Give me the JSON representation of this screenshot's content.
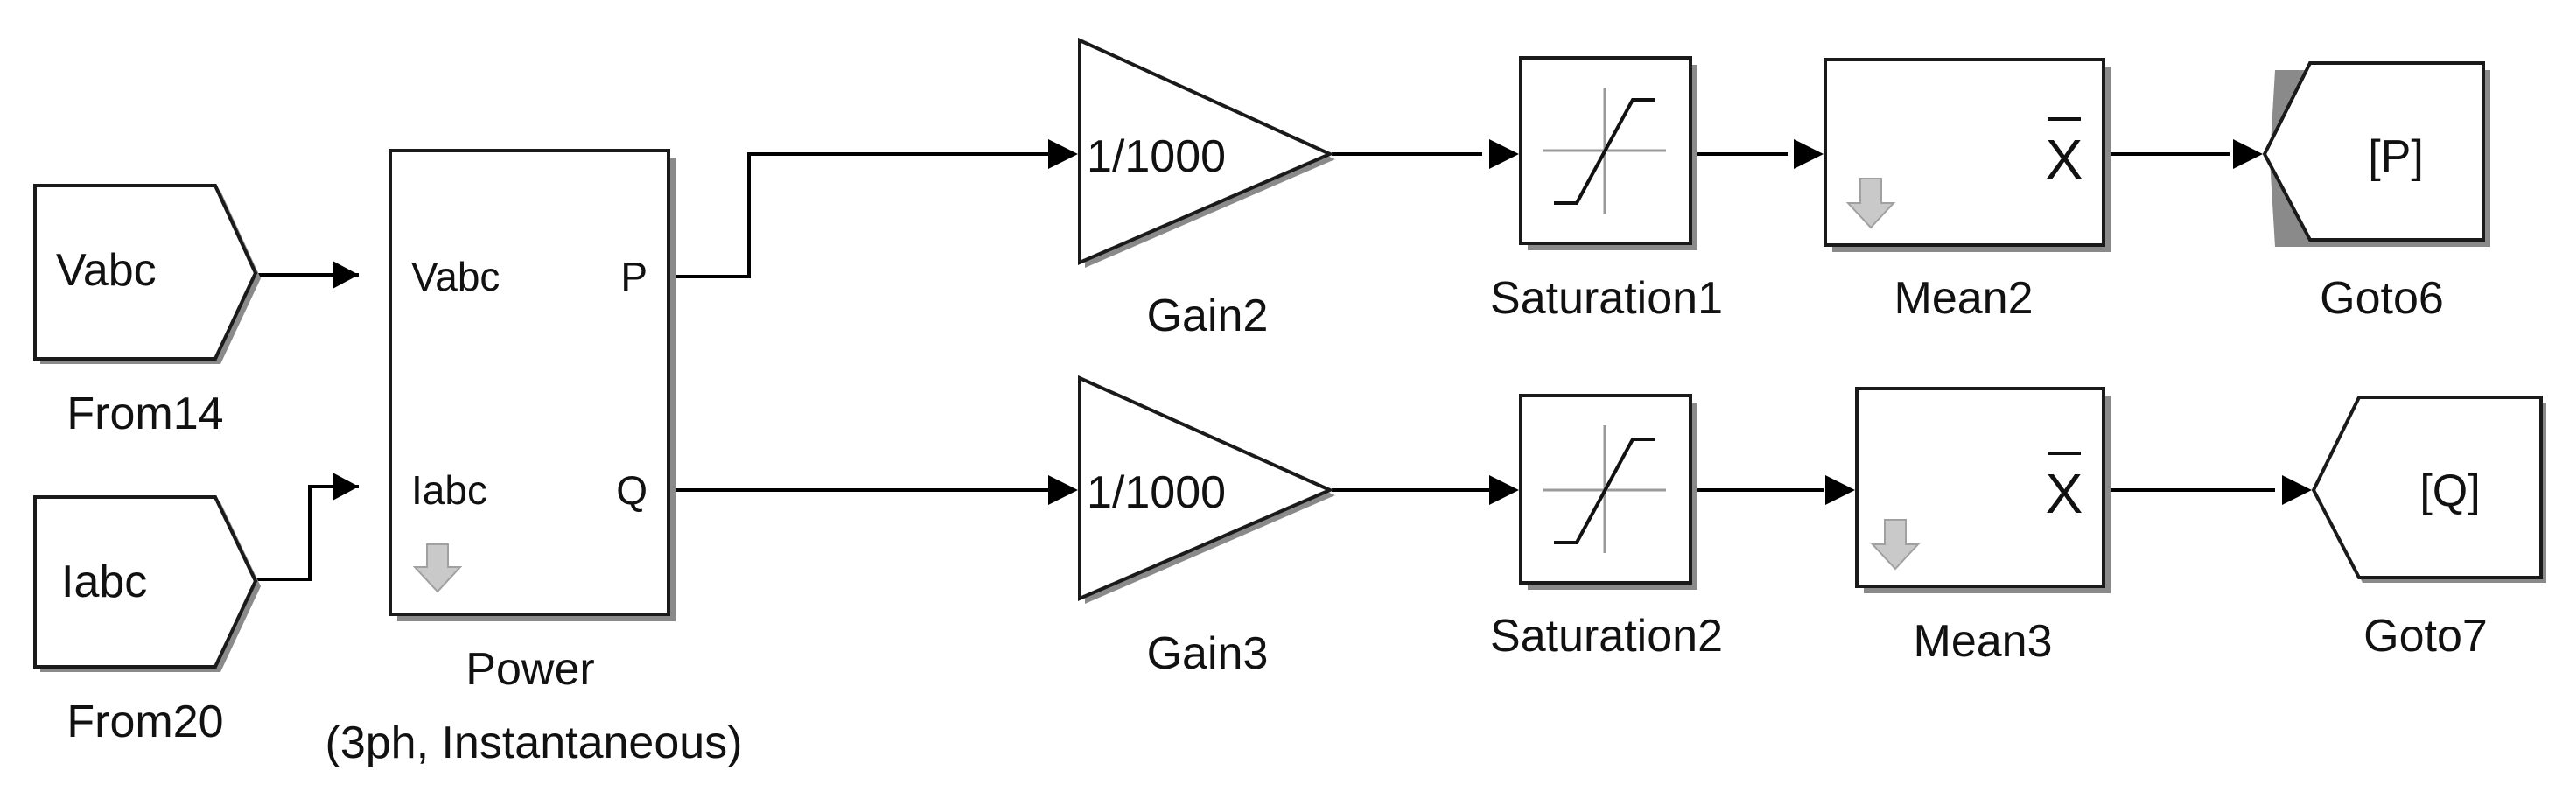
{
  "blocks": {
    "from14": {
      "tag": "Vabc",
      "name": "From14"
    },
    "from20": {
      "tag": "Iabc",
      "name": "From20"
    },
    "power": {
      "in1": "Vabc",
      "in2": "Iabc",
      "out1": "P",
      "out2": "Q",
      "name_line1": "Power",
      "name_line2": "(3ph, Instantaneous)"
    },
    "gain2": {
      "value": "1/1000",
      "name": "Gain2"
    },
    "gain3": {
      "value": "1/1000",
      "name": "Gain3"
    },
    "saturation1": {
      "name": "Saturation1"
    },
    "saturation2": {
      "name": "Saturation2"
    },
    "mean2": {
      "symbol": "X",
      "name": "Mean2"
    },
    "mean3": {
      "symbol": "X",
      "name": "Mean3"
    },
    "goto6": {
      "tag": "[P]",
      "name": "Goto6"
    },
    "goto7": {
      "tag": "[Q]",
      "name": "Goto7"
    }
  }
}
